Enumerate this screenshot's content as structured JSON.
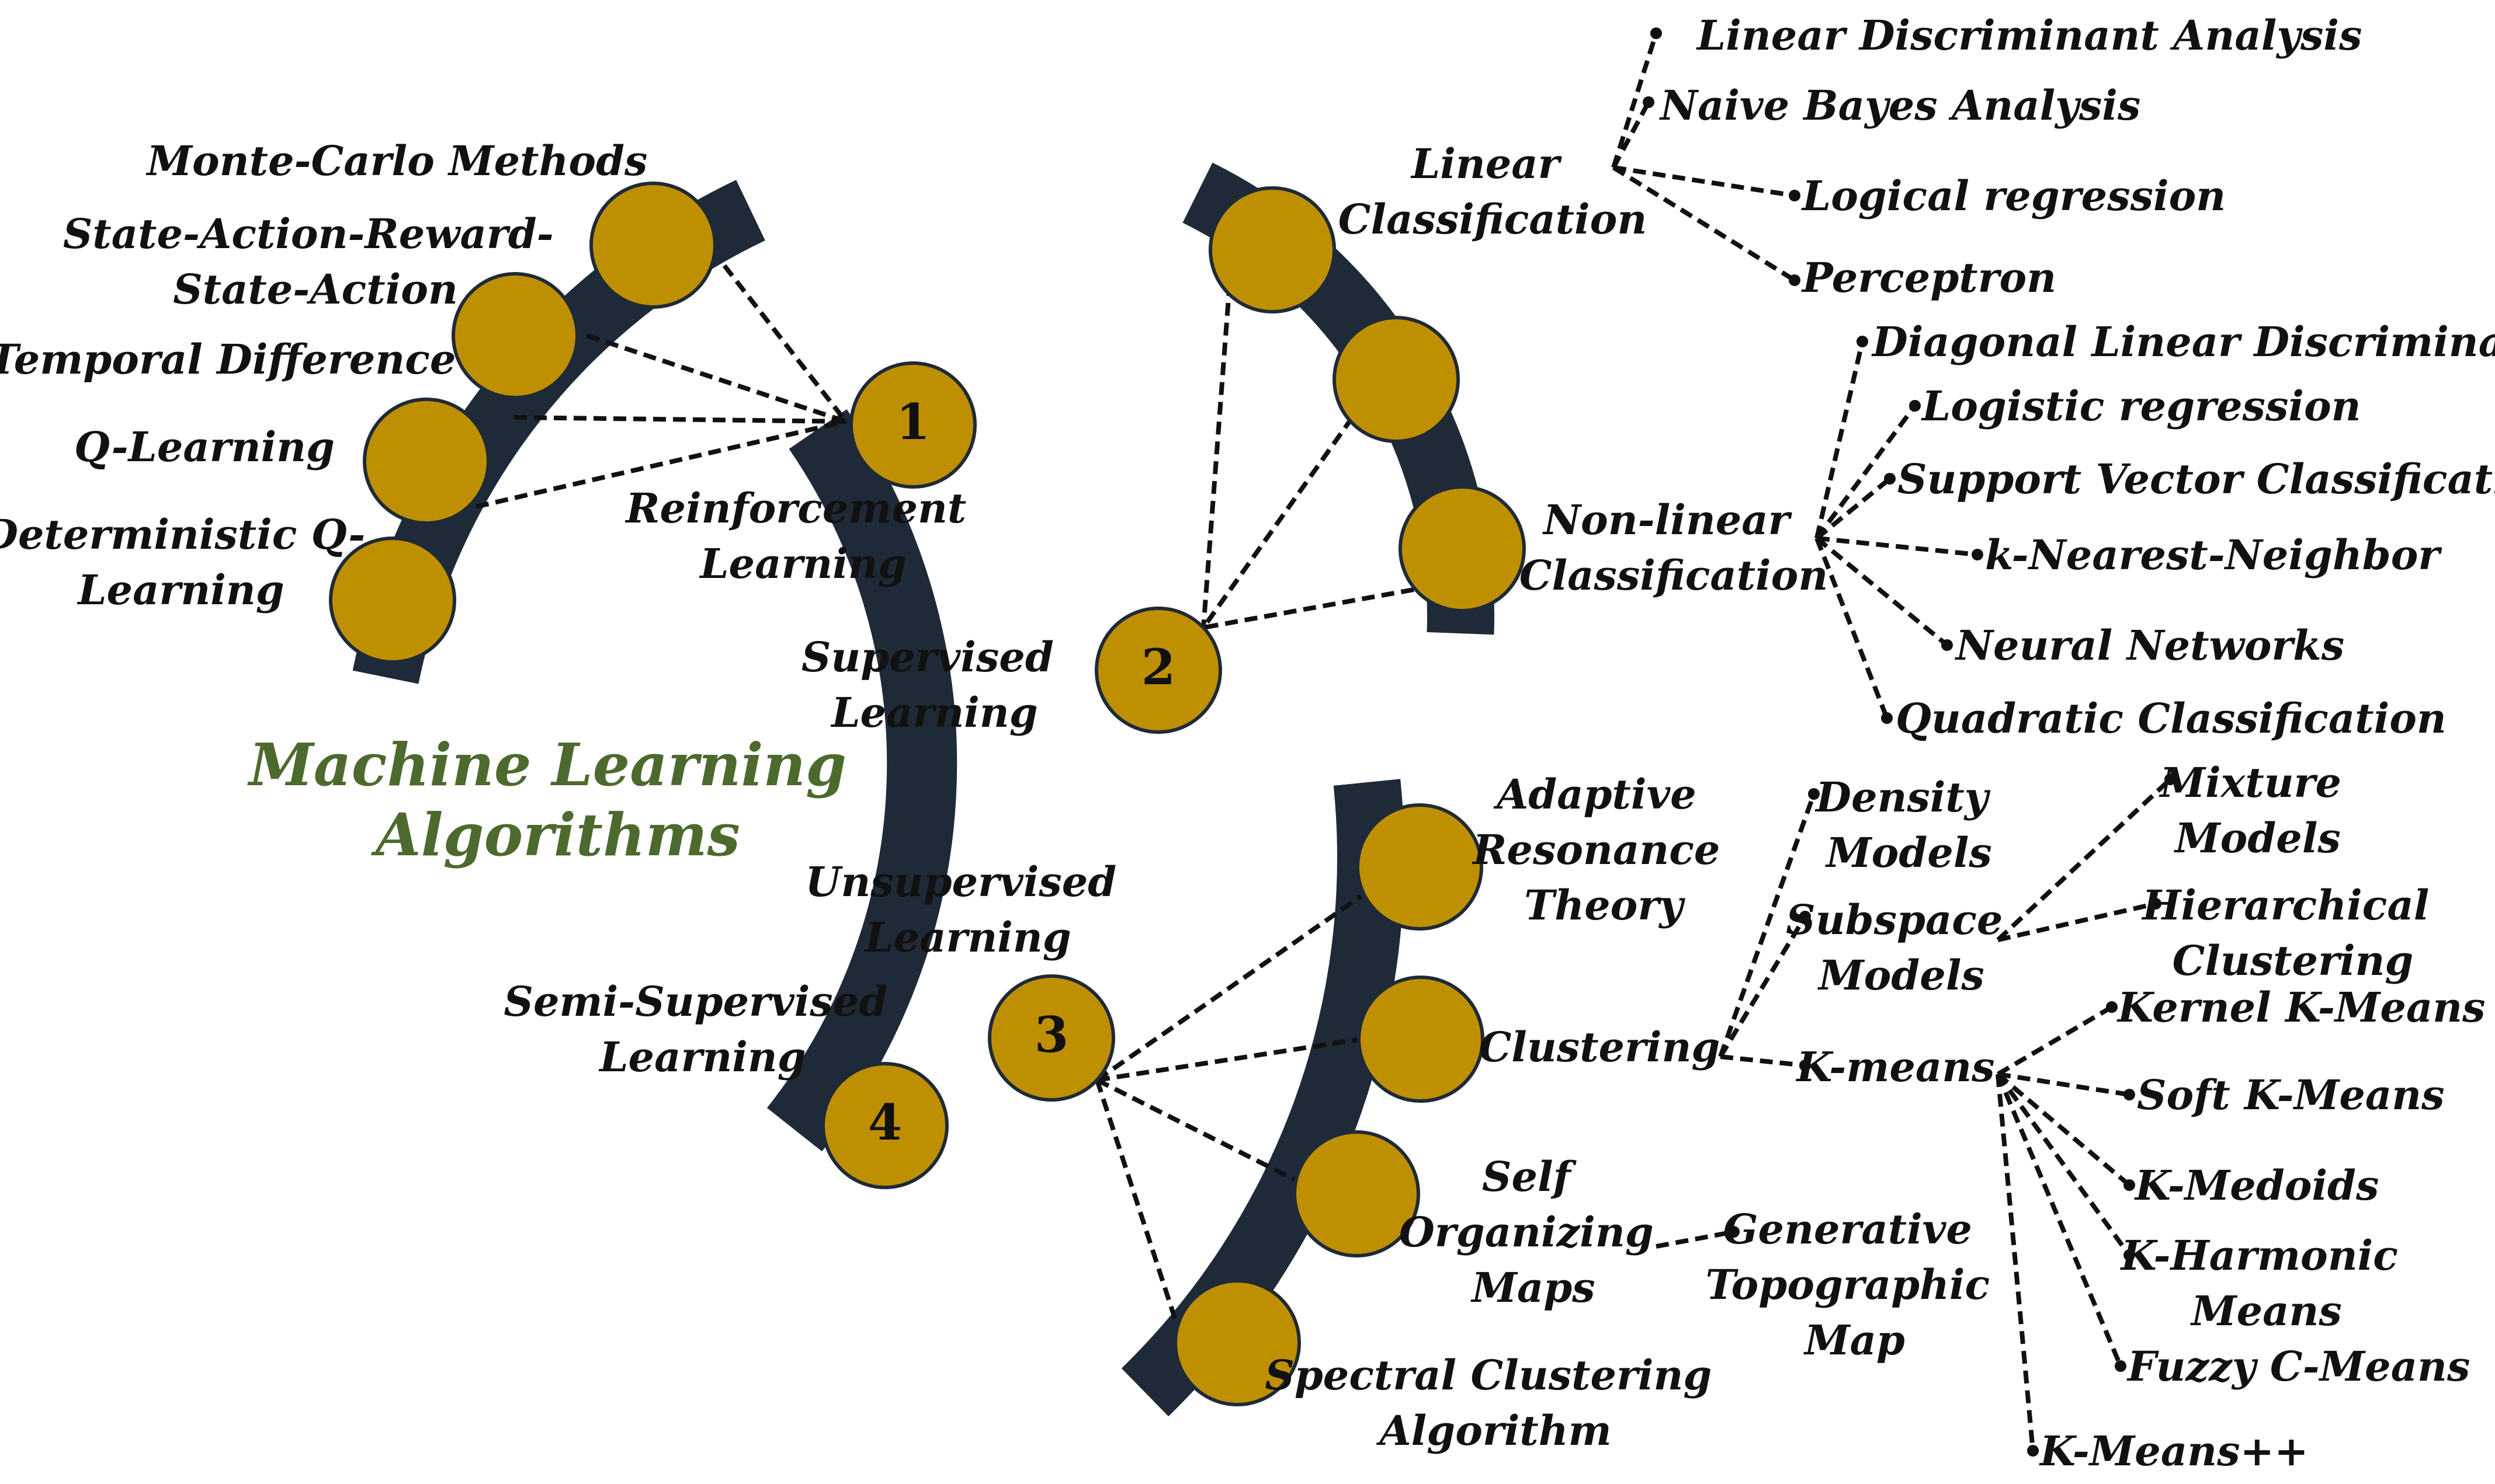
{
  "title": {
    "line1": "Machine Learning",
    "line2": "Algorithms"
  },
  "colors": {
    "band": "#1f2a38",
    "node": "#be8f00",
    "node_stroke": "#1f2a38",
    "title": "#4d6a2e",
    "text": "#111111"
  },
  "main": {
    "nodes": [
      {
        "num": "1",
        "label": [
          "Reinforcement",
          "Learning"
        ]
      },
      {
        "num": "2",
        "label": [
          "Supervised",
          "Learning"
        ]
      },
      {
        "num": "3",
        "label": [
          "Unsupervised",
          "Learning"
        ]
      },
      {
        "num": "4",
        "label": [
          "Semi-Supervised",
          "Learning"
        ]
      }
    ]
  },
  "reinforcement": {
    "items": [
      {
        "label": [
          "Monte-Carlo Methods"
        ]
      },
      {
        "label": [
          "State-Action-Reward-",
          "State-Action"
        ]
      },
      {
        "label": [
          "Temporal Difference"
        ]
      },
      {
        "label": [
          "Q-Learning"
        ]
      },
      {
        "label": [
          "Deterministic Q-",
          "Learning"
        ]
      }
    ]
  },
  "supervised": {
    "linear": {
      "label": [
        "Linear",
        "Classification"
      ],
      "items": [
        "Linear Discriminant Analysis",
        "Naive Bayes Analysis",
        "Logical regression",
        "Perceptron"
      ]
    },
    "nonlinear": {
      "label": [
        "Non-linear",
        "Classification"
      ],
      "items": [
        "Diagonal Linear Discriminant",
        "Logistic regression",
        "Support Vector Classification",
        "k-Nearest-Neighbor",
        "Neural Networks",
        "Quadratic Classification"
      ]
    }
  },
  "unsupervised": {
    "art": {
      "label": [
        "Adaptive",
        "Resonance",
        "Theory"
      ]
    },
    "clustering": {
      "label": [
        "Clustering"
      ],
      "density": {
        "label": [
          "Density",
          "Models"
        ]
      },
      "subspace": {
        "label": [
          "Subspace",
          "Models"
        ],
        "items": [
          {
            "label": [
              "Mixture",
              "Models"
            ]
          },
          {
            "label": [
              "Hierarchical",
              "Clustering"
            ]
          }
        ]
      },
      "kmeans": {
        "label": [
          "K-means"
        ],
        "items": [
          {
            "label": [
              "Kernel K-Means"
            ]
          },
          {
            "label": [
              "Soft K-Means"
            ]
          },
          {
            "label": [
              "K-Medoids"
            ]
          },
          {
            "label": [
              "K-Harmonic",
              "Means"
            ]
          },
          {
            "label": [
              "Fuzzy C-Means"
            ]
          },
          {
            "label": [
              "K-Means++"
            ]
          }
        ]
      }
    },
    "som": {
      "label": [
        "Self",
        "Organizing",
        "Maps"
      ],
      "gtm": {
        "label": [
          "Generative",
          "Topographic",
          "Map"
        ]
      }
    },
    "spectral": {
      "label": [
        "Spectral Clustering",
        "Algorithm"
      ]
    }
  }
}
